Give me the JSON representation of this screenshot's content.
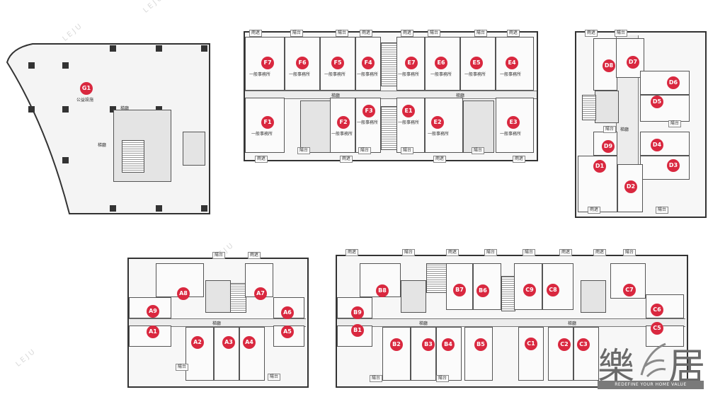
{
  "watermark": "LEJU",
  "labels": {
    "public": "公益設施",
    "office": "一般事務所",
    "corridor": "梯廳",
    "balcony": "陽台",
    "canopy": "雨遮"
  },
  "plans": {
    "g": [
      "G1"
    ],
    "ef_top": [
      "F7",
      "F6",
      "F5",
      "F4",
      "E7",
      "E6",
      "E5",
      "E4"
    ],
    "ef_bottom": [
      "F1",
      "F2",
      "F3",
      "E1",
      "E2",
      "E3"
    ],
    "d_left": [
      "D8",
      "D9",
      "D1"
    ],
    "d_mid": [
      "D7",
      "D2"
    ],
    "d_right": [
      "D6",
      "D5",
      "D4",
      "D3"
    ],
    "a_left": [
      "A9",
      "A1"
    ],
    "a_top": [
      "A8",
      "A7"
    ],
    "a_right": [
      "A6",
      "A5"
    ],
    "a_bottom": [
      "A2",
      "A3",
      "A4"
    ],
    "bc_left": [
      "B9",
      "B1"
    ],
    "bc_top": [
      "B8",
      "B7",
      "B6",
      "C9",
      "C8",
      "C7"
    ],
    "bc_right": [
      "C6",
      "C5"
    ],
    "bc_bottom": [
      "B2",
      "B3",
      "B4",
      "B5",
      "C1",
      "C2",
      "C3"
    ]
  },
  "logo": {
    "glyph_left": "樂",
    "glyph_right": "居",
    "tagline": "REDEFINE YOUR HOME VALUE"
  }
}
